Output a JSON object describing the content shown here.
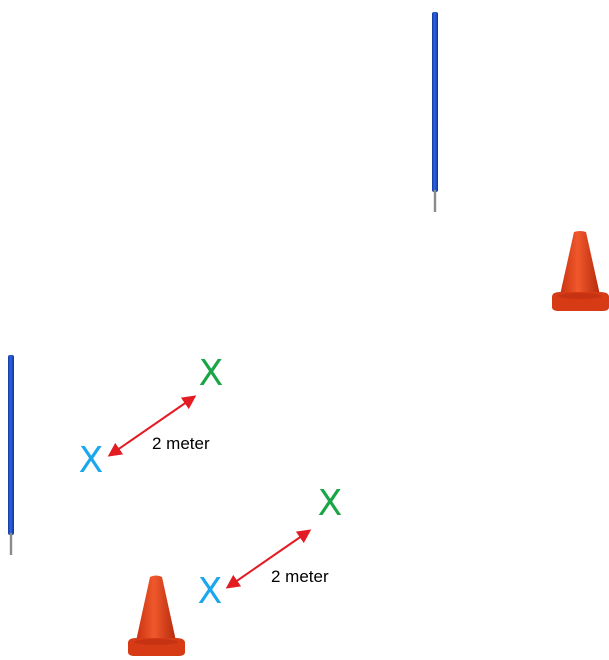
{
  "colors": {
    "pole_blue": "#1f4fd6",
    "pole_tip": "#8a8a8a",
    "cone_orange": "#e2411c",
    "cone_dark": "#b32a0d",
    "arrow_red": "#e31b23",
    "mark_green": "#1aa646",
    "mark_cyan": "#1aa7ec"
  },
  "icons": [
    "training-pole-icon",
    "traffic-cone-icon"
  ],
  "markers": {
    "group1_green": "X",
    "group1_cyan": "X",
    "group2_green": "X",
    "group2_cyan": "X"
  },
  "labels": {
    "distance1": "2 meter",
    "distance2": "2 meter"
  }
}
